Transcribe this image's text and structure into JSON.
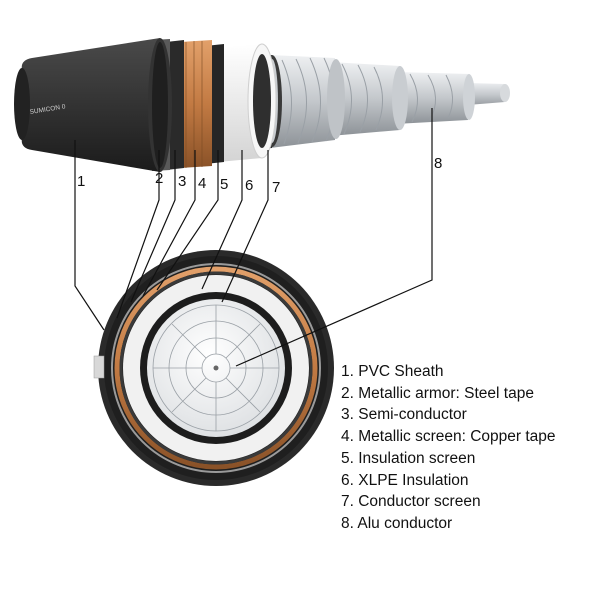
{
  "sheath_print": "SUMICON 0",
  "callouts": [
    {
      "number": "1",
      "label": "PVC Sheath"
    },
    {
      "number": "2",
      "label": "Metallic armor: Steel tape"
    },
    {
      "number": "3",
      "label": "Semi-conductor"
    },
    {
      "number": "4",
      "label": "Metallic screen: Copper tape"
    },
    {
      "number": "5",
      "label": "Insulation screen"
    },
    {
      "number": "6",
      "label": "XLPE Insulation"
    },
    {
      "number": "7",
      "label": "Conductor screen"
    },
    {
      "number": "8",
      "label": "Alu conductor"
    }
  ],
  "legend_items": [
    "1. PVC Sheath",
    "2. Metallic armor: Steel tape",
    "3. Semi-conductor",
    "4. Metallic screen: Copper tape",
    "5. Insulation screen",
    "6. XLPE Insulation",
    "7. Conductor screen",
    "8. Alu conductor"
  ],
  "colors": {
    "sheath": "#2b2b2b",
    "copper": "#c8804a",
    "xlpe": "#f2f2f2",
    "conductor": "#c9ccd0",
    "leader": "#111111"
  }
}
